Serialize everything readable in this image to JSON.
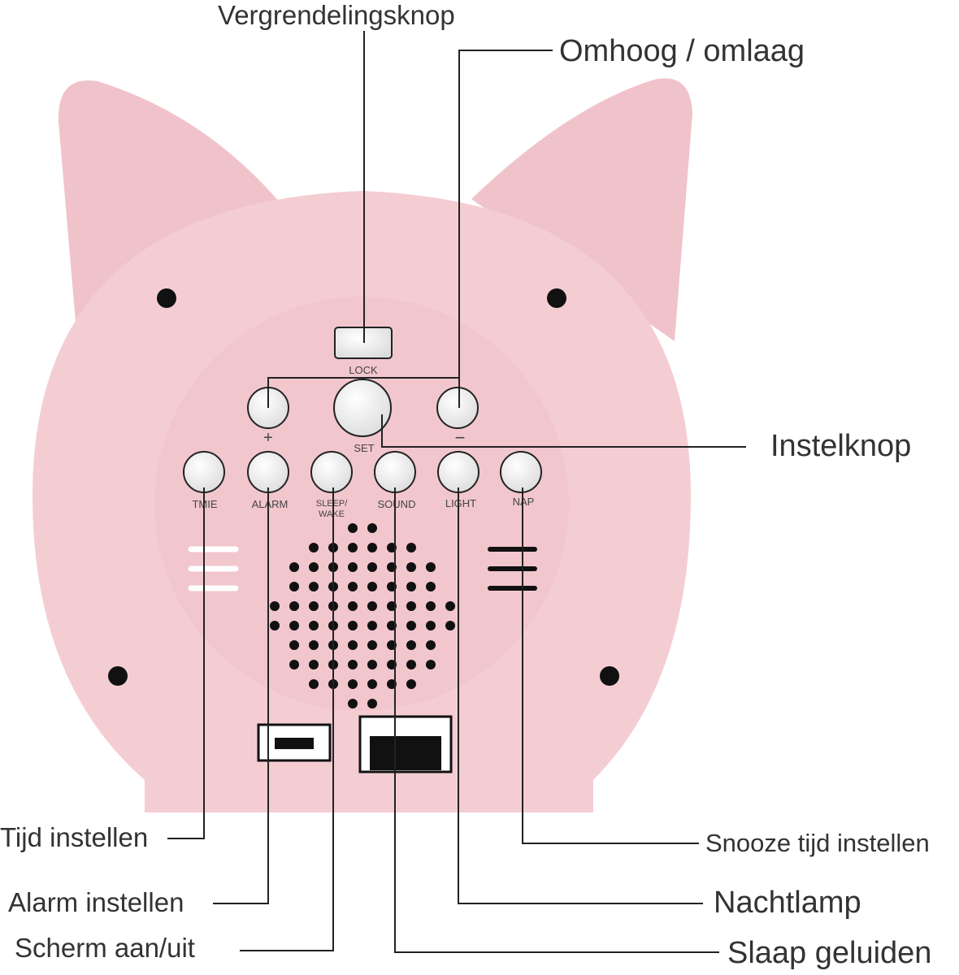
{
  "callouts": {
    "lock": "Vergrendelingsknop",
    "updown": "Omhoog / omlaag",
    "set": "Instelknop",
    "time": "Tijd instellen",
    "alarm": "Alarm instellen",
    "screen": "Scherm aan/uit",
    "snooze": "Snooze tijd instellen",
    "nightlight": "Nachtlamp",
    "sleep_sounds": "Slaap geluiden"
  },
  "device_labels": {
    "lock": "LOCK",
    "plus": "+",
    "minus": "−",
    "set": "SET",
    "time": "TMIE",
    "alarm": "ALARM",
    "sleep_1": "SLEEP/",
    "sleep_2": "WAKE",
    "sound": "SOUND",
    "light": "LIGHT",
    "nap": "NAP"
  },
  "colors": {
    "body": "#f4cdd3",
    "panel": "#f2c6cd",
    "button": "#f5f5f5",
    "line": "#222222"
  }
}
